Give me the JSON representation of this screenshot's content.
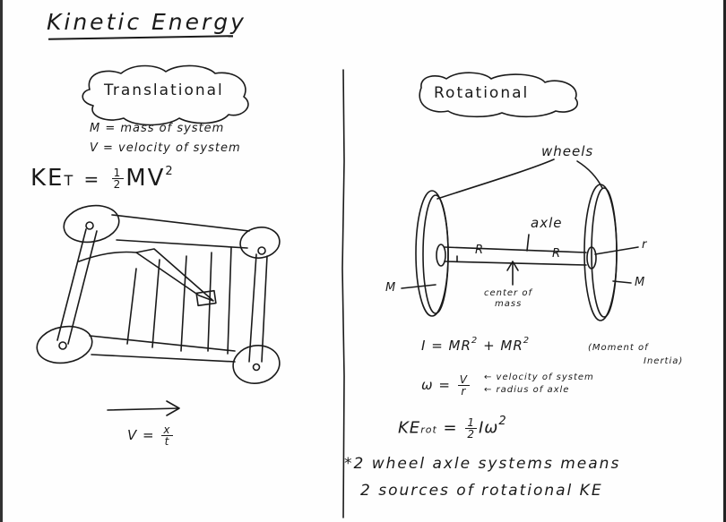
{
  "title": "Kinetic Energy",
  "translational": {
    "heading": "Translational",
    "def_m": "M = mass of system",
    "def_v": "V = velocity of system",
    "formula_lhs": "KE",
    "formula_sub": "T",
    "formula_rhs_pre": "=",
    "formula_half_num": "1",
    "formula_half_den": "2",
    "formula_rhs": "MV",
    "formula_exp": "2",
    "velocity_lhs": "V =",
    "velocity_num": "x",
    "velocity_den": "t"
  },
  "rotational": {
    "heading": "Rotational",
    "wheels_label": "wheels",
    "axle_label": "axle",
    "r_left": "R",
    "r_right": "R",
    "r_small": "r",
    "m_left": "M",
    "m_right": "M",
    "center_label_1": "center of",
    "center_label_2": "mass",
    "moment_formula": "I = MR",
    "moment_plus": "+ MR",
    "moment_exp": "2",
    "moment_note_1": "(Moment of",
    "moment_note_2": "Inertia)",
    "omega_lhs": "ω =",
    "omega_num": "V",
    "omega_den": "r",
    "omega_note_1": "← velocity of system",
    "omega_note_2": "← radius of axle",
    "ke_rot_lhs": "KE",
    "ke_rot_sub": "rot",
    "ke_rot_eq": "=",
    "ke_rot_half_num": "1",
    "ke_rot_half_den": "2",
    "ke_rot_rhs": "Iω",
    "ke_rot_exp": "2",
    "note_line_1": "*2 wheel axle systems means",
    "note_line_2": "2 sources of rotational KE"
  }
}
